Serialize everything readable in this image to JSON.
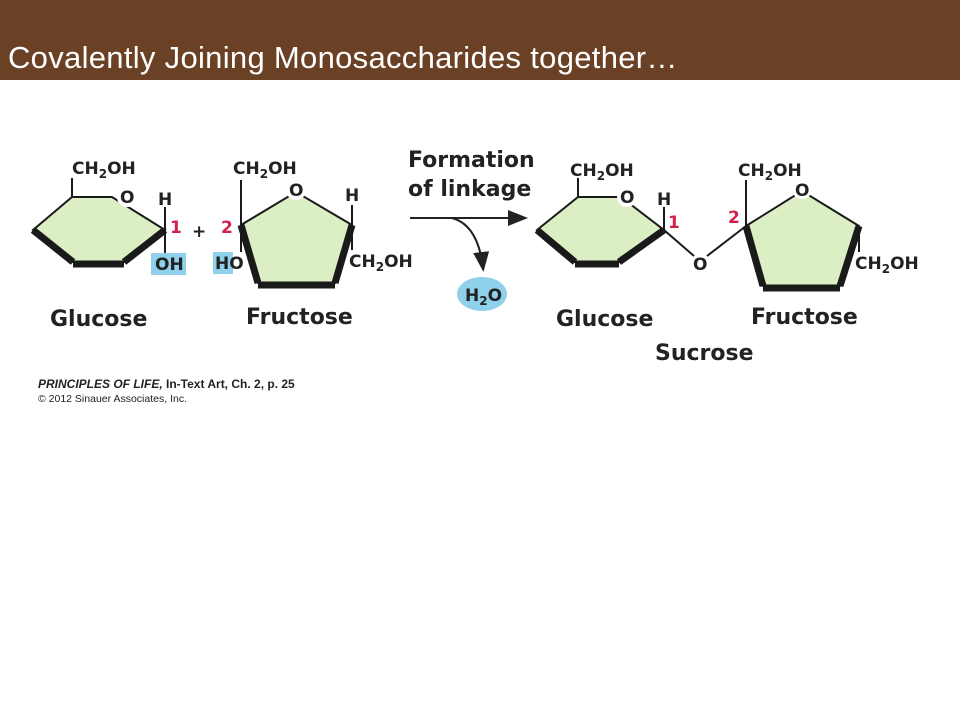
{
  "slide": {
    "title": "Covalently Joining Monosaccharides together…",
    "colors": {
      "title_bar": "#6b4125",
      "ring_fill": "#dcefc4",
      "highlight": "#8fd0ea",
      "carbon_number": "#d0204b"
    }
  },
  "diagram": {
    "reactants": {
      "glucose": {
        "ch2oh": "CH2OH",
        "ring_o": "O",
        "h": "H",
        "carbon_number": "1",
        "oh": "OH",
        "name": "Glucose"
      },
      "plus": "+",
      "fructose": {
        "ch2oh_top": "CH2OH",
        "ring_o": "O",
        "h": "H",
        "carbon_number": "2",
        "ho": "HO",
        "ch2oh_bottom": "CH2OH",
        "name": "Fructose"
      }
    },
    "reaction": {
      "label_line1": "Formation",
      "label_line2": "of linkage",
      "byproduct": "H2O"
    },
    "product": {
      "glucose": {
        "ch2oh": "CH2OH",
        "ring_o": "O",
        "h": "H",
        "carbon_number": "1",
        "name": "Glucose"
      },
      "bridge_o": "O",
      "fructose": {
        "ch2oh_top": "CH2OH",
        "ring_o": "O",
        "carbon_number": "2",
        "ch2oh_bottom": "CH2OH",
        "name": "Fructose"
      },
      "name": "Sucrose"
    }
  },
  "credit": {
    "book": "PRINCIPLES OF LIFE,",
    "reference": " In-Text Art, Ch. 2, p. 25",
    "copyright": "© 2012 Sinauer Associates, Inc."
  }
}
